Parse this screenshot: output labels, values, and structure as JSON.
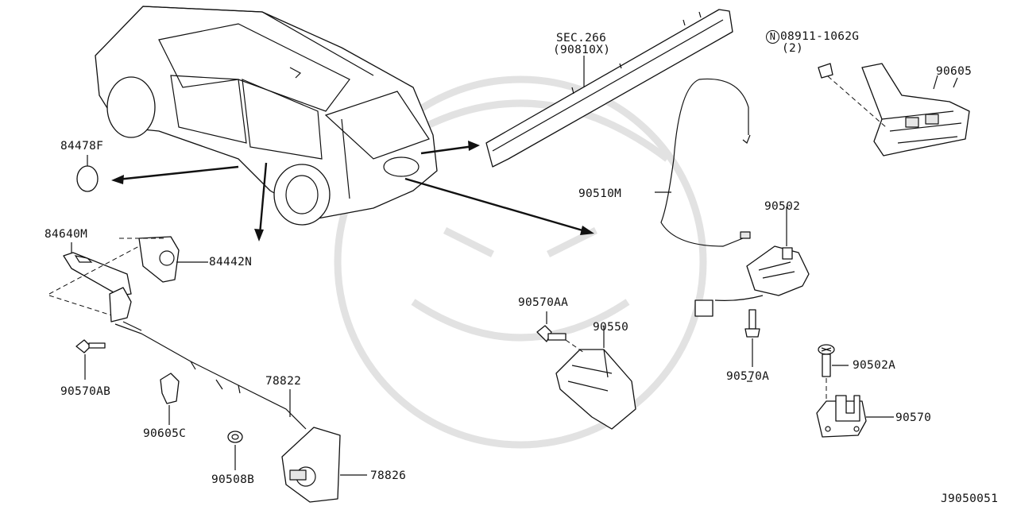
{
  "diagram": {
    "code": "J9050051",
    "callouts": {
      "sec": "SEC.266",
      "sec_sub": "(90810X)",
      "nut": "08911-1062G",
      "nut_symbol": "N",
      "nut_qty": "(2)",
      "p90605": "90605",
      "p84478F": "84478F",
      "p90510M": "90510M",
      "p90502": "90502",
      "p84640M": "84640M",
      "p84442N": "84442N",
      "p90570AA": "90570AA",
      "p90550": "90550",
      "p90570AB": "90570AB",
      "p78822": "78822",
      "p90570A": "90570A",
      "p90502A": "90502A",
      "p90570": "90570",
      "p90605C": "90605C",
      "p90508B": "90508B",
      "p78826": "78826"
    }
  }
}
